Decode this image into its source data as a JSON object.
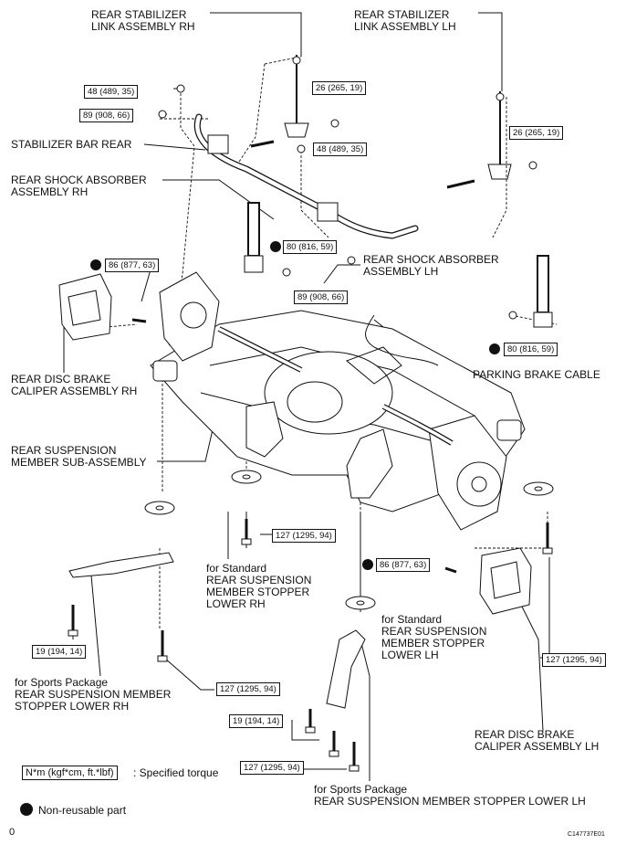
{
  "labels": {
    "stab_link_rh": [
      "REAR STABILIZER",
      "LINK ASSEMBLY RH"
    ],
    "stab_link_lh": [
      "REAR STABILIZER",
      "LINK ASSEMBLY LH"
    ],
    "stab_bar": [
      "STABILIZER BAR REAR"
    ],
    "shock_rh": [
      "REAR SHOCK ABSORBER",
      "ASSEMBLY RH"
    ],
    "shock_lh": [
      "REAR SHOCK ABSORBER",
      "ASSEMBLY LH"
    ],
    "caliper_rh": [
      "REAR DISC BRAKE",
      "CALIPER ASSEMBLY RH"
    ],
    "parking_cable": [
      "PARKING BRAKE CABLE"
    ],
    "member_sub": [
      "REAR SUSPENSION",
      "MEMBER SUB-ASSEMBLY"
    ],
    "std_stopper_rh": [
      "for Standard",
      "REAR SUSPENSION",
      "MEMBER STOPPER",
      "LOWER RH"
    ],
    "std_stopper_lh": [
      "for Standard",
      "REAR SUSPENSION",
      "MEMBER STOPPER",
      "LOWER LH"
    ],
    "sports_stopper_rh": [
      "for Sports Package",
      "REAR SUSPENSION MEMBER",
      "STOPPER LOWER RH"
    ],
    "caliper_lh": [
      "REAR DISC BRAKE",
      "CALIPER ASSEMBLY LH"
    ],
    "sports_stopper_lh": [
      "for Sports Package",
      "REAR SUSPENSION MEMBER STOPPER LOWER LH"
    ]
  },
  "torques": {
    "t1": "48 (489, 35)",
    "t2": "89 (908, 66)",
    "t3": "26 (265, 19)",
    "t4": "48 (489, 35)",
    "t5": "26 (265, 19)",
    "t6": "80 (816, 59)",
    "t7": "86 (877, 63)",
    "t8": "89 (908, 66)",
    "t9": "80 (816, 59)",
    "t10": "127 (1295, 94)",
    "t11": "86 (877, 63)",
    "t12": "19 (194, 14)",
    "t13": "127 (1295, 94)",
    "t14": "127 (1295, 94)",
    "t15": "19 (194, 14)",
    "t16": "127 (1295, 94)"
  },
  "legend": {
    "box": "N*m (kgf*cm, ft.*lbf)",
    "box_desc": ": Specified torque",
    "dot_desc": "Non-reusable part"
  },
  "footer": {
    "left": "0",
    "code": "C147737E01"
  },
  "colors": {
    "ink": "#111111",
    "background": "#ffffff"
  }
}
